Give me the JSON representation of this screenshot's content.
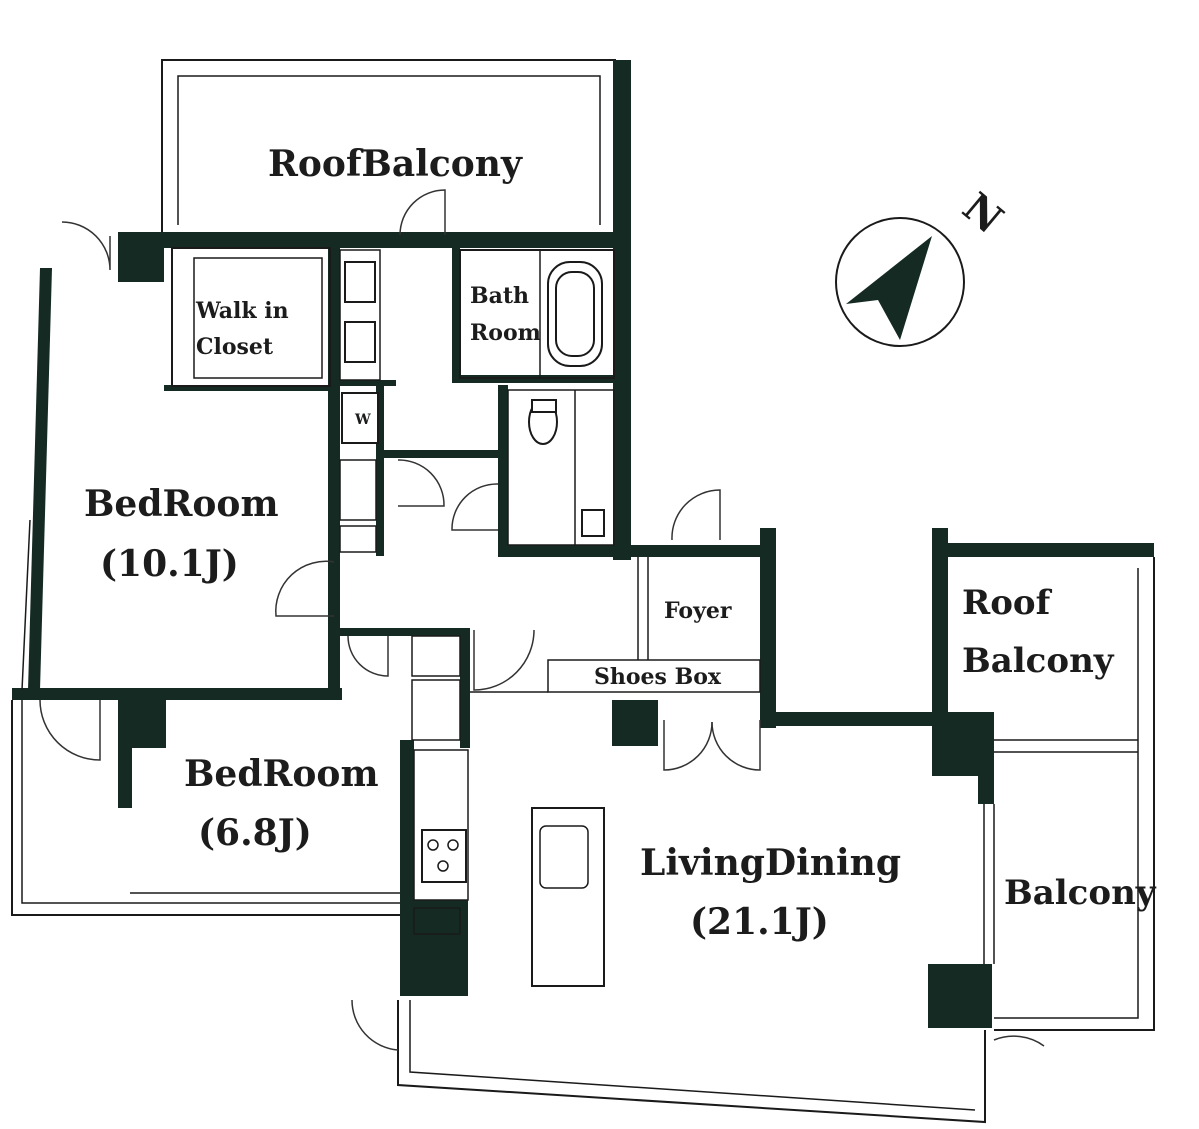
{
  "rooms": {
    "roof_balcony_top": "RoofBalcony",
    "walk_in_closet_line1": "Walk in",
    "walk_in_closet_line2": "Closet",
    "bath_room_line1": "Bath",
    "bath_room_line2": "Room",
    "washer": "W",
    "bedroom_1_name": "BedRoom",
    "bedroom_1_size": "(10.1J)",
    "foyer": "Foyer",
    "shoes_box": "Shoes Box",
    "roof_balcony_right_line1": "Roof",
    "roof_balcony_right_line2": "Balcony",
    "bedroom_2_name": "BedRoom",
    "bedroom_2_size": "(6.8J)",
    "living_dining_name": "LivingDining",
    "living_dining_size": "(21.1J)",
    "balcony": "Balcony"
  },
  "compass": {
    "north_label": "N",
    "icon": "compass-arrow-icon"
  },
  "colors": {
    "wall": "#142a22",
    "line": "#1a1a1a",
    "background": "#ffffff"
  }
}
